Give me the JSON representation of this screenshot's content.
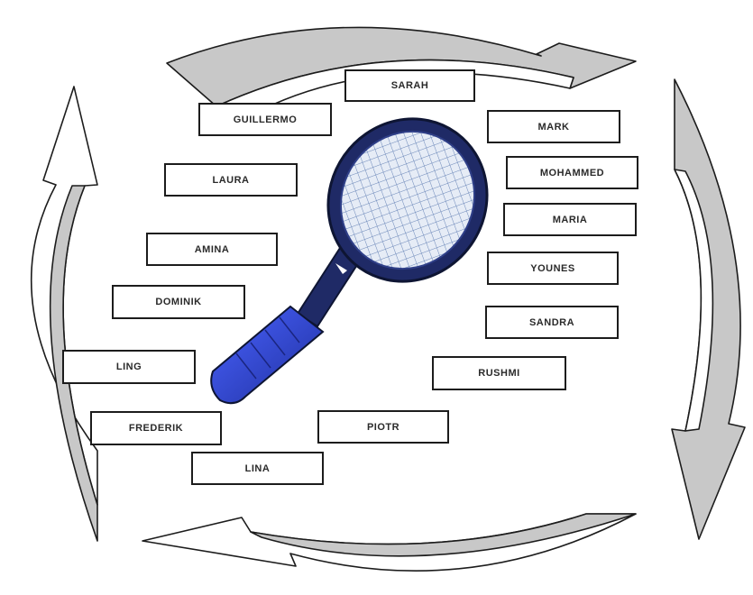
{
  "names": [
    {
      "id": "sarah",
      "label": "SARAH"
    },
    {
      "id": "guillermo",
      "label": "GUILLERMO"
    },
    {
      "id": "mark",
      "label": "MARK"
    },
    {
      "id": "laura",
      "label": "LAURA"
    },
    {
      "id": "mohammed",
      "label": "MOHAMMED"
    },
    {
      "id": "maria",
      "label": "MARIA"
    },
    {
      "id": "amina",
      "label": "AMINA"
    },
    {
      "id": "younes",
      "label": "YOUNES"
    },
    {
      "id": "dominik",
      "label": "DOMINIK"
    },
    {
      "id": "sandra",
      "label": "SANDRA"
    },
    {
      "id": "ling",
      "label": "LING"
    },
    {
      "id": "rushmi",
      "label": "RUSHMI"
    },
    {
      "id": "frederik",
      "label": "FREDERIK"
    },
    {
      "id": "piotr",
      "label": "PIOTR"
    },
    {
      "id": "lina",
      "label": "LINA"
    }
  ],
  "colors": {
    "outline": "#1c1c1c",
    "arrow_fill": "#c8c8c8",
    "racket_frame": "#1f2a66",
    "racket_grip": "#2439c8",
    "strings": "#6a86b8",
    "string_bed": "#e6ecf6"
  },
  "icons": {
    "center": "tennis-racket-icon",
    "cycle": "circular-arrows"
  }
}
